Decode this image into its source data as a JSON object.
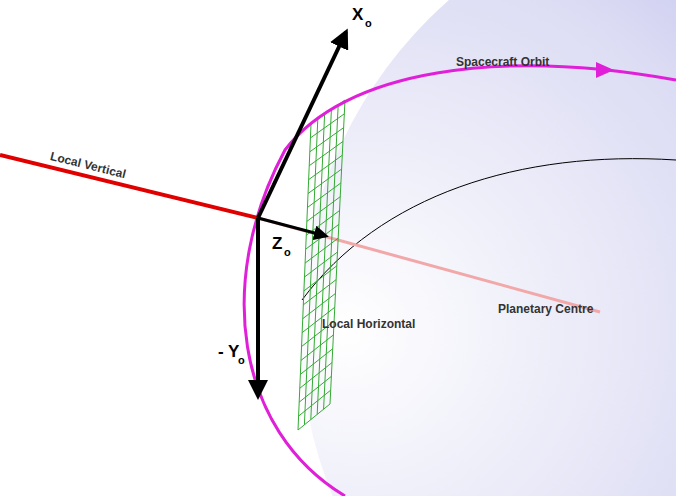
{
  "diagram": {
    "labels": [
      "X",
      "o",
      "Spacecraft Orbit",
      "Local Vertical",
      "Z",
      "o",
      "Local Horizontal",
      "Planetary Centre",
      "- Y",
      "o"
    ]
  }
}
